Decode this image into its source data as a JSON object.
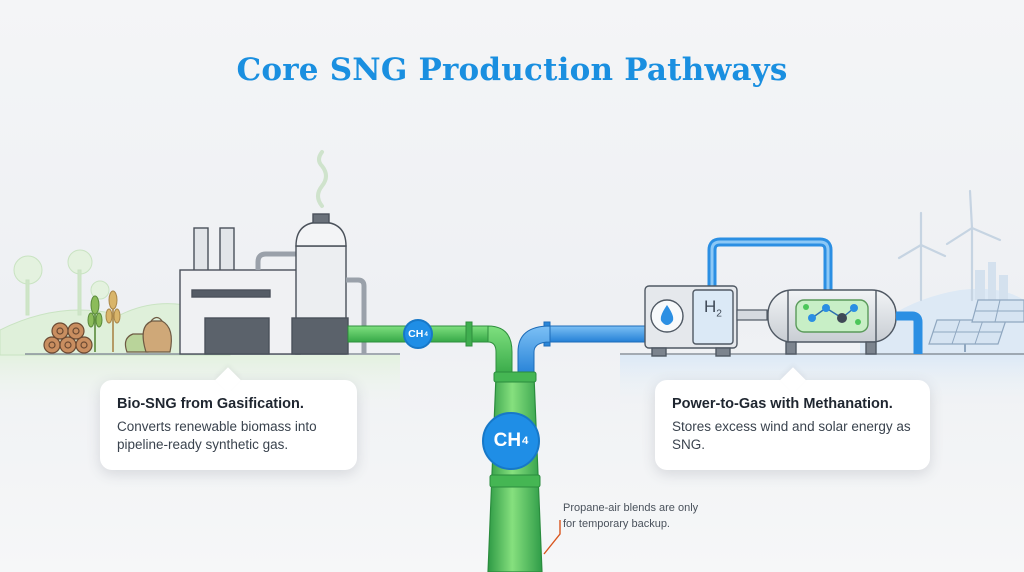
{
  "title": "Core SNG Production Pathways",
  "cards": {
    "left": {
      "title": "Bio-SNG from Gasification.",
      "body": "Converts renewable biomass into pipeline-ready synthetic gas."
    },
    "right": {
      "title": "Power-to-Gas with Methanation.",
      "body": "Stores excess wind and solar energy as SNG."
    }
  },
  "labels": {
    "ch4_small": "CH",
    "ch4_small_sub": "4",
    "ch4_big": "CH",
    "ch4_big_sub": "4",
    "h2": "H",
    "h2_sub": "2"
  },
  "note": "Propane-air blends are only for temporary backup.",
  "colors": {
    "title": "#1a8fe0",
    "green_pipe": "#4cc65a",
    "blue_pipe": "#2b8fe3",
    "accent_line": "#d9561f"
  },
  "icons": [
    "log-pile-icon",
    "wheat-icon",
    "sack-icon",
    "factory-icon",
    "water-drop-icon",
    "wind-turbine-icon",
    "solar-panel-icon",
    "molecule-icon"
  ]
}
